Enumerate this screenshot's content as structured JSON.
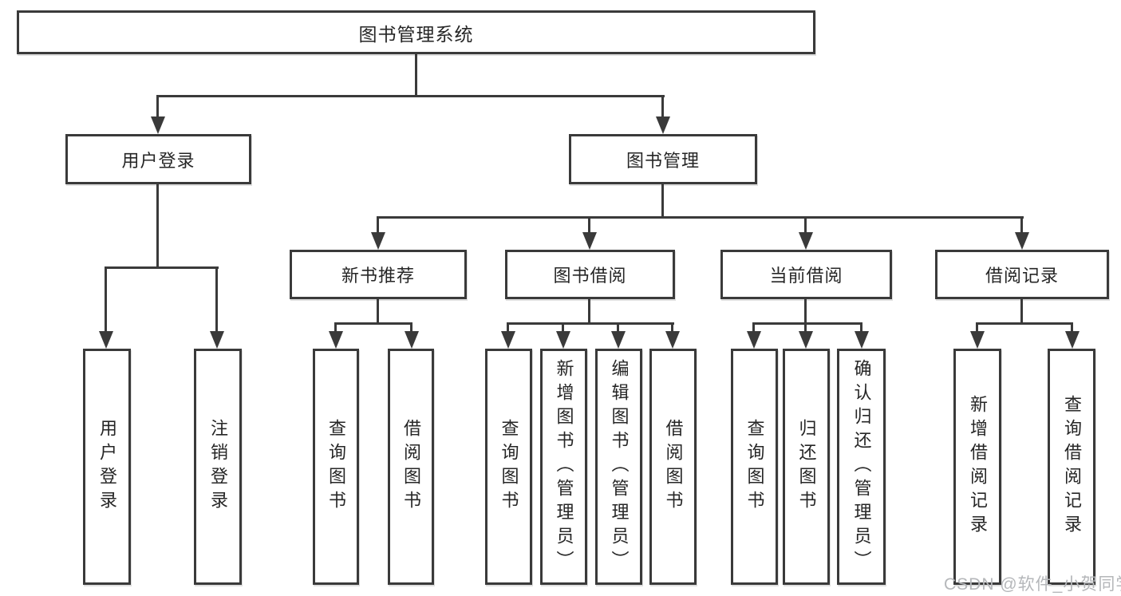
{
  "tree": {
    "root": "图书管理系统",
    "branches": [
      {
        "label": "用户登录",
        "children": [
          "用户登录",
          "注销登录"
        ]
      },
      {
        "label": "图书管理",
        "children": [
          {
            "label": "新书推荐",
            "children": [
              "查询图书",
              "借阅图书"
            ]
          },
          {
            "label": "图书借阅",
            "children": [
              "查询图书",
              "新增图书（管理员）",
              "编辑图书（管理员）",
              "借阅图书"
            ]
          },
          {
            "label": "当前借阅",
            "children": [
              "查询图书",
              "归还图书",
              "确认归还（管理员）"
            ]
          },
          {
            "label": "借阅记录",
            "children": [
              "新增借阅记录",
              "查询借阅记录"
            ]
          }
        ]
      }
    ]
  },
  "colors": {
    "line": "#3a3a3a",
    "text": "#262626",
    "watermark": "#b5b7ba",
    "background": "#ffffff"
  },
  "watermark": "CSDN @软件_小贺同学"
}
